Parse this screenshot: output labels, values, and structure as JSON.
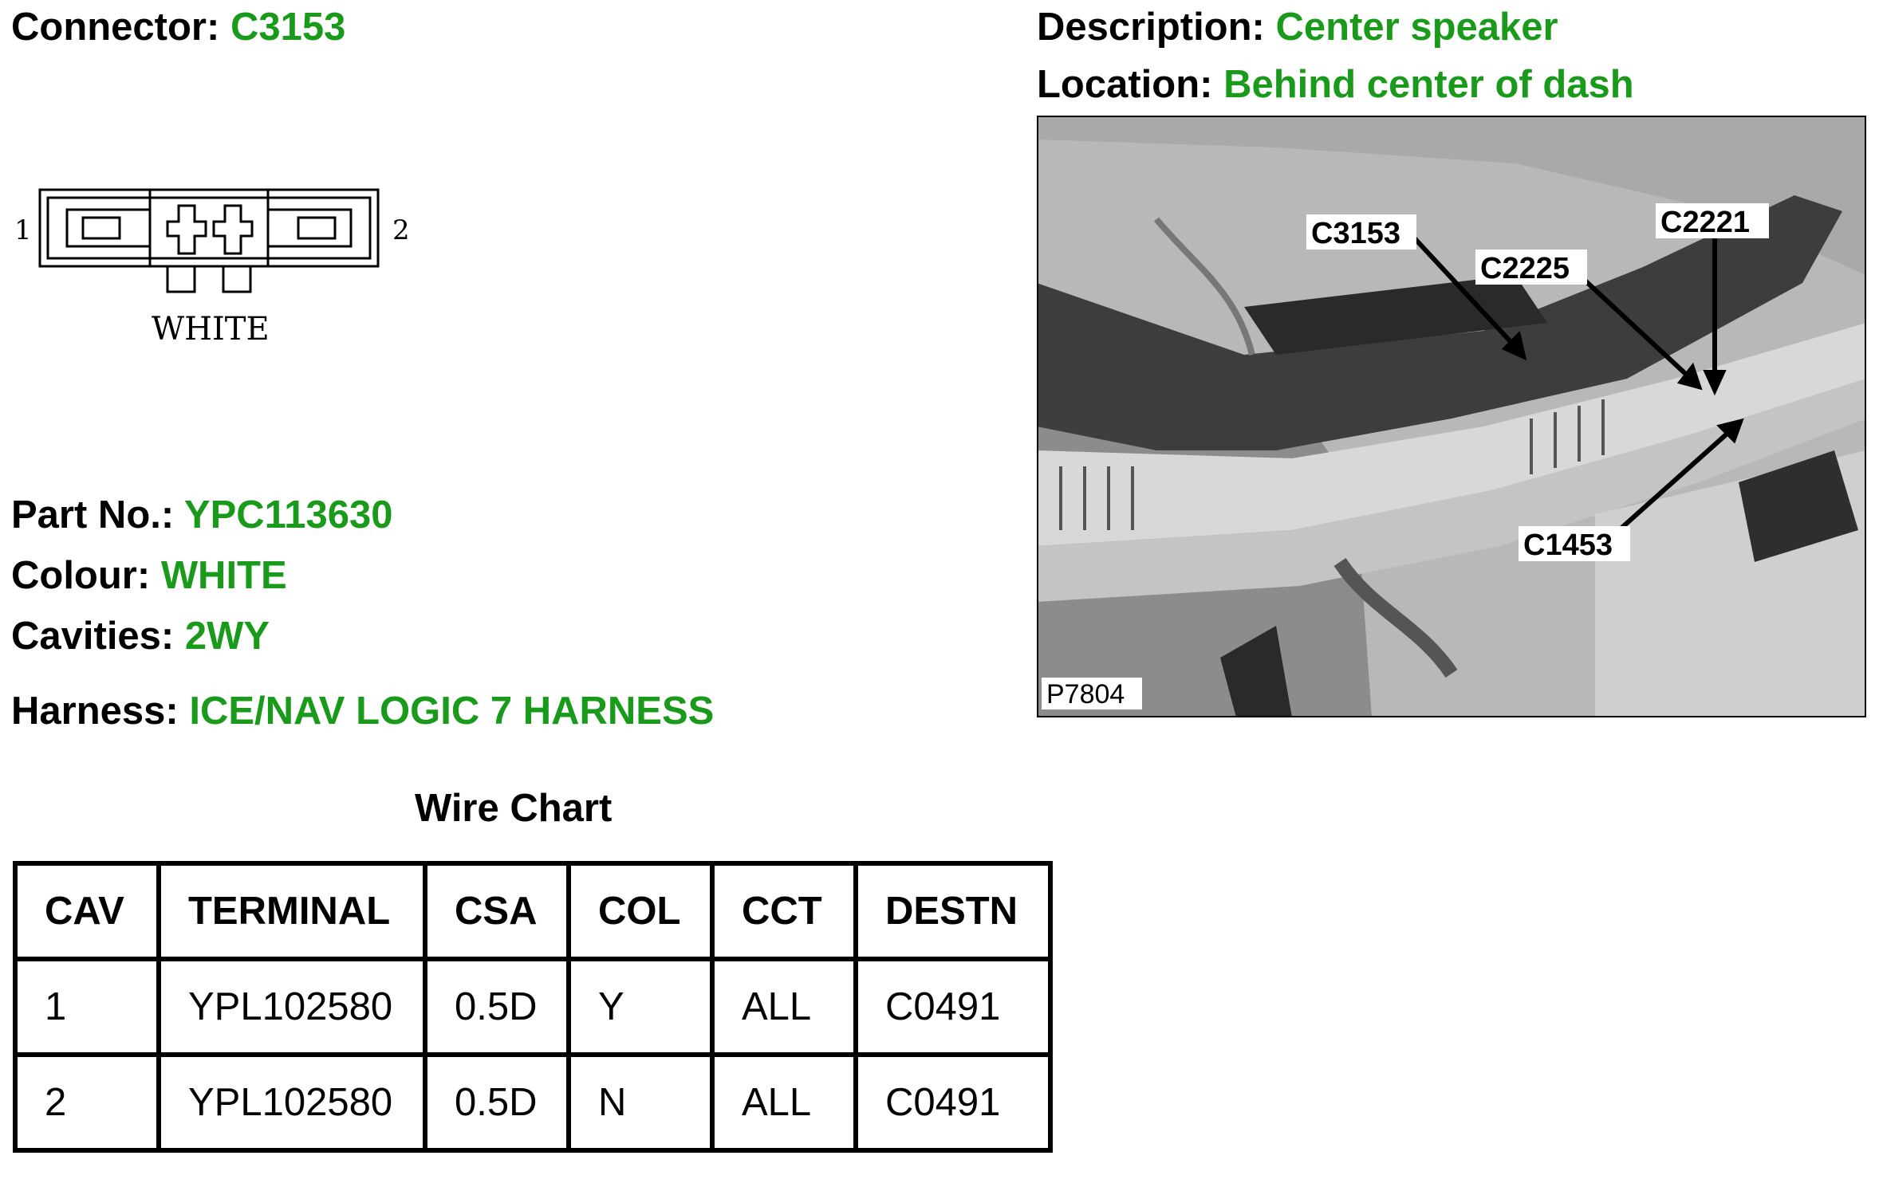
{
  "header": {
    "connector_label": "Connector:",
    "connector_value": "C3153",
    "description_label": "Description:",
    "description_value": "Center speaker",
    "location_label": "Location:",
    "location_value": "Behind center of dash"
  },
  "connector_diagram": {
    "pin_left": "1",
    "pin_right": "2",
    "color_label": "WHITE"
  },
  "details": {
    "part_no_label": "Part No.:",
    "part_no_value": "YPC113630",
    "colour_label": "Colour:",
    "colour_value": "WHITE",
    "cavities_label": "Cavities:",
    "cavities_value": "2WY",
    "harness_label": "Harness:",
    "harness_value": "ICE/NAV LOGIC 7 HARNESS"
  },
  "wire_chart": {
    "title": "Wire Chart",
    "columns": [
      "CAV",
      "TERMINAL",
      "CSA",
      "COL",
      "CCT",
      "DESTN"
    ],
    "rows": [
      [
        "1",
        "YPL102580",
        "0.5D",
        "Y",
        "ALL",
        "C0491"
      ],
      [
        "2",
        "YPL102580",
        "0.5D",
        "N",
        "ALL",
        "C0491"
      ]
    ]
  },
  "location_image": {
    "callouts": [
      "C3153",
      "C2225",
      "C2221",
      "C1453"
    ],
    "figure_id": "P7804"
  },
  "colors": {
    "value_green": "#1a9a1a",
    "text": "#000000"
  }
}
